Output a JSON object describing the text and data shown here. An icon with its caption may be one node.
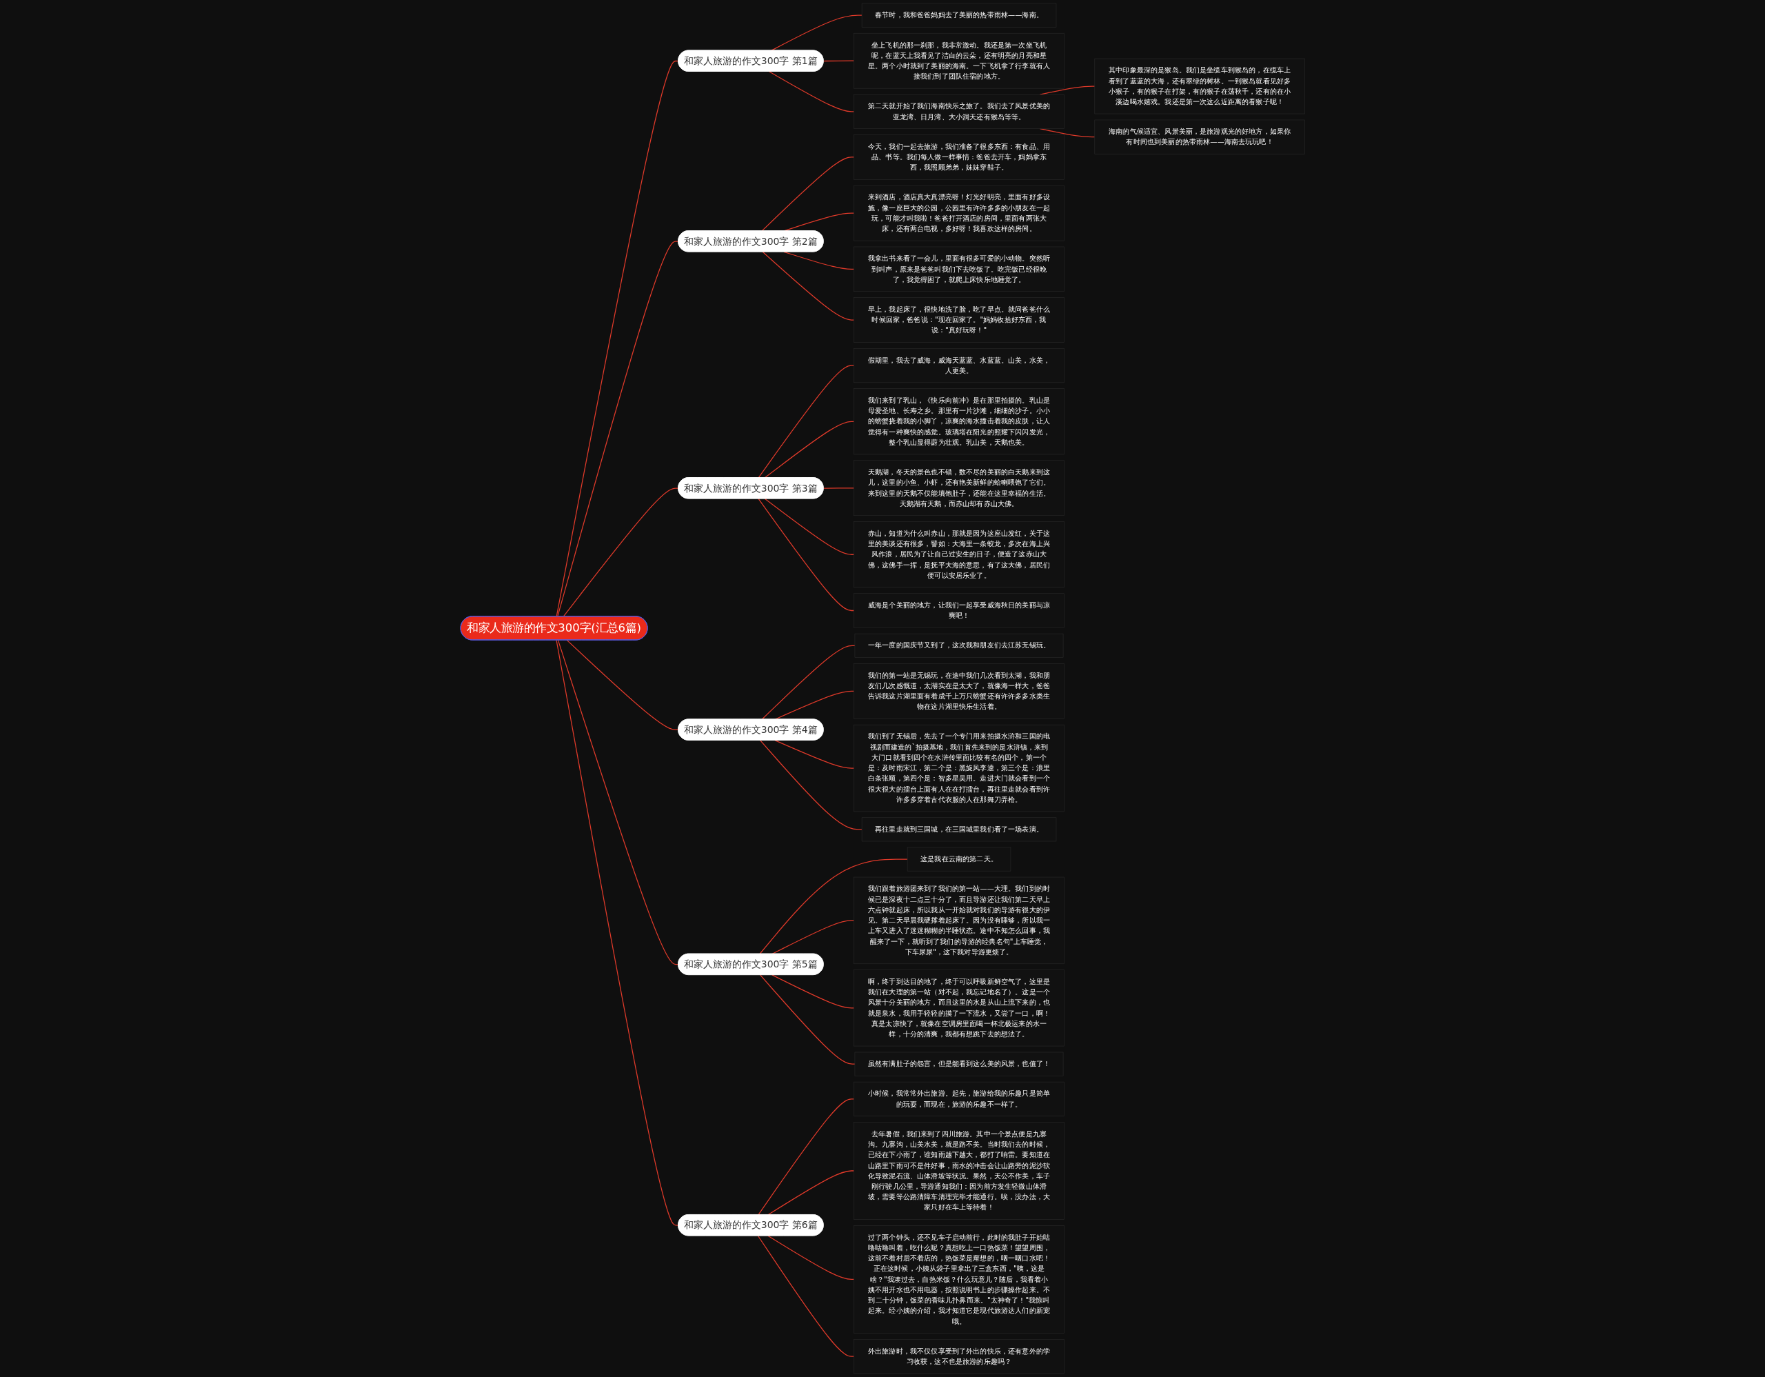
{
  "diagram": {
    "nodes": [
      {
        "text": [
          "和家人旅游的作文300字(汇总6篇)"
        ]
      },
      {
        "text": [
          "和家人旅游的作文300字 第1篇"
        ]
      },
      {
        "text": [
          "春节时，我和爸爸妈妈去了美丽的热带雨林——海南。"
        ]
      },
      {
        "text": [
          "坐上飞机的那一刹那，我非常激动。我还是第一次坐飞机呢，在蓝天上我看见了洁白的云朵，还有明亮的月亮和星星。两个小时就到了美丽的海南。一下飞机拿了行李就有人接我们到了团队住宿的地方。"
        ]
      },
      {
        "text": [
          "第二天就开始了我们海南快乐之旅了。我们去了风景优美的亚龙湾、日月湾、大小洞天还有猴岛等等。"
        ]
      },
      {
        "text": [
          "其中印象最深的是猴岛。我们是坐缆车到猴岛的，在缆车上看到了蓝蓝的大海，还有翠绿的树林。一到猴岛就看见好多小猴子，有的猴子在打架，有的猴子在荡秋千，还有的在小溪边喝水嬉戏。我还是第一次这么近距离的看猴子呢！"
        ]
      },
      {
        "text": [
          "海南的气候适宜、风景美丽，是旅游观光的好地方，如果你有时间也到美丽的热带雨林——海南去玩玩吧！"
        ]
      },
      {
        "text": [
          "和家人旅游的作文300字 第2篇"
        ]
      },
      {
        "text": [
          "今天，我们一起去旅游，我们准备了很多东西：有食品、用品、书等。我们每人做一样事情：爸爸去开车，妈妈拿东西，我照顾弟弟，妹妹穿鞋子。"
        ]
      },
      {
        "text": [
          "来到酒店，酒店真大真漂亮呀！灯光好明亮，里面有好多设施，像一座巨大的公园，公园里有许许多多的小朋友在一起玩，可能才叫我啦！爸爸打开酒店的房间，里面有两张大床，还有两台电视，多好呀！我喜欢这样的房间。"
        ]
      },
      {
        "text": [
          "我拿出书来看了一会儿，里面有很多可爱的小动物。突然听到叫声，原来是爸爸叫我们下去吃饭了。吃完饭已经很晚了，我觉得困了，就爬上床快乐地睡觉了。"
        ]
      },
      {
        "text": [
          "早上，我起床了，很快地洗了脸，吃了早点。就问爸爸什么时候回家，爸爸说：\"现在回家了。\"妈妈收拾好东西，我说：\"真好玩呀！\""
        ]
      },
      {
        "text": [
          "和家人旅游的作文300字 第3篇"
        ]
      },
      {
        "text": [
          "假期里，我去了威海，威海天蓝蓝、水蓝蓝。山美，水美，人更美。"
        ]
      },
      {
        "text": [
          "我们来到了乳山，《快乐向前冲》是在那里拍摄的。乳山是母爱圣地、长寿之乡。那里有一片沙滩，细细的沙子。小小的螃蟹挠着我的小脚丫，凉爽的海水撞击着我的皮肤，让人觉得有一种爽快的感觉。玻璃塔在阳光的照耀下闪闪发光，整个乳山显得蔚为壮观。乳山美，天鹅也美。"
        ]
      },
      {
        "text": [
          "天鹅湖，冬天的景色也不错，数不尽的美丽的白天鹅来到这儿，这里的小鱼、小虾，还有艳美新鲜的蛤喇喂饱了它们。来到这里的天鹅不仅能填饱肚子，还能在这里幸福的生活。天鹅湖有天鹅，而赤山却有赤山大佛。"
        ]
      },
      {
        "text": [
          "赤山，知道为什么叫赤山，那就是因为这座山发红，关于这里的美谈还有很多，譬如：大海里一条蛟龙，多次在海上兴风作浪，居民为了让自己过安生的日子，便造了这赤山大佛，这佛手一挥，是抚平大海的意思，有了这大佛，居民们便可以安居乐业了。"
        ]
      },
      {
        "text": [
          "威海是个美丽的地方，让我们一起享受威海秋日的美丽与凉爽吧！"
        ]
      },
      {
        "text": [
          "和家人旅游的作文300字 第4篇"
        ]
      },
      {
        "text": [
          "一年一度的国庆节又到了，这次我和朋友们去江苏无锡玩。"
        ]
      },
      {
        "text": [
          "我们的第一站是无锡玩，在途中我们几次看到太湖，我和朋友们几次感慨道，太湖实在是太大了，就像海一样大，爸爸告诉我这片湖里面有着成千上万只螃蟹还有许许多多水类生物在这片湖里快乐生活着。"
        ]
      },
      {
        "text": [
          "我们到了无锡后，先去了一个专门用来拍摄水浒和三国的电视剧而建造的`拍摄基地，我们首先来到的是水浒镇，来到大门口就看到四个在水浒传里面比较有名的四个，第一个是：及时雨宋江，第二个是：黑旋风李逵，第三个是：浪里白条张顺，第四个是：智多星吴用。走进大门就会看到一个很大很大的擂台上面有人在在打擂台，再往里走就会看到许许多多穿着古代衣服的人在那舞刀弄枪。"
        ]
      },
      {
        "text": [
          "再往里走就到三国城，在三国城里我们看了一场表演。"
        ]
      },
      {
        "text": [
          "和家人旅游的作文300字 第5篇"
        ]
      },
      {
        "text": [
          "这是我在云南的第二天。"
        ]
      },
      {
        "text": [
          "我们跟着旅游团来到了我们的第一站——大理。我们到的时候已是深夜十二点三十分了，而且导游还让我们第二天早上六点钟就起床，所以我从一开始就对我们的导游有很大的伊见。第二天早晨我硬撑着起床了。因为没有睡够，所以我一上车又进入了迷迷糊糊的半睡状态。途中不知怎么回事，我醒来了一下，就听到了我们的导游的经典名句\"上车睡觉，下车尿尿\"，这下我对导游更烦了。"
        ]
      },
      {
        "text": [
          "啊，终于到达目的地了，终于可以呼吸新鲜空气了，这里是我们在大理的第一站（对不起，我忘记地名了）。这是一个风景十分美丽的地方，而且这里的水是从山上流下来的，也就是泉水，我用手轻轻的摸了一下流水，又尝了一口，啊！真是太凉快了，就像在空调房里面喝一杯北极运来的水一样，十分的清爽，我都有想跳下去的想法了。"
        ]
      },
      {
        "text": [
          "虽然有满肚子的怨言，但是能看到这么美的风景，也值了！"
        ]
      },
      {
        "text": [
          "和家人旅游的作文300字 第6篇"
        ]
      },
      {
        "text": [
          "小时候，我常常外出旅游。起先，旅游给我的乐趣只是简单的玩耍，而现在，旅游的乐趣不一样了。"
        ]
      },
      {
        "text": [
          "去年暑假，我们来到了四川旅游。其中一个景点便是九寨沟。九寨沟，山美水美，就是路不美。当时我们去的时候，已经在下小雨了，谁知雨越下越大，都打了响雷。要知道在山路里下雨可不是件好事，雨水的冲击会让山路旁的泥沙软化导致泥石流、山体滑坡等状况。果然，天公不作美，车子刚行驶几公里，导游通知我们：因为前方发生轻微山体滑坡，需要等公路清障车清理完毕才能通行。唉，没办法，大家只好在车上等待着！"
        ]
      },
      {
        "text": [
          "过了两个钟头，还不见车子启动前行，此时的我肚子开始咕噜咕噜叫着，吃什么呢？真想吃上一口热饭菜！望望周围，这前不着村后不着店的，热饭菜是甭想的，咽一咽口水吧！正在这时候，小姨从袋子里拿出了三盒东西，\"咦，这是啥？\"我凑过去，自热米饭？什么玩意儿？随后，我看着小姨不用开水也不用电器，按照说明书上的步骤操作起来。不到二十分钟，饭菜的香味儿扑鼻而来。\"太神奇了！\"我惊叫起来。经小姨的介绍，我才知道它是现代旅游达人们的新宠哦。"
        ]
      },
      {
        "text": [
          "外出旅游时，我不仅仅享受到了外出的快乐，还有意外的学习收获，这不也是旅游的乐趣吗？"
        ]
      }
    ],
    "edges": [
      {
        "from": 0,
        "to": 1,
        "arrow": "none"
      },
      {
        "from": 1,
        "to": 2,
        "arrow": "none"
      },
      {
        "from": 1,
        "to": 3,
        "arrow": "none"
      },
      {
        "from": 1,
        "to": 4,
        "arrow": "none"
      },
      {
        "from": 4,
        "to": 5,
        "arrow": "none"
      },
      {
        "from": 4,
        "to": 6,
        "arrow": "none"
      },
      {
        "from": 0,
        "to": 7,
        "arrow": "none"
      },
      {
        "from": 7,
        "to": 8,
        "arrow": "none"
      },
      {
        "from": 7,
        "to": 9,
        "arrow": "none"
      },
      {
        "from": 7,
        "to": 10,
        "arrow": "none"
      },
      {
        "from": 7,
        "to": 11,
        "arrow": "none"
      },
      {
        "from": 0,
        "to": 12,
        "arrow": "none"
      },
      {
        "from": 12,
        "to": 13,
        "arrow": "none"
      },
      {
        "from": 12,
        "to": 14,
        "arrow": "none"
      },
      {
        "from": 12,
        "to": 15,
        "arrow": "none"
      },
      {
        "from": 12,
        "to": 16,
        "arrow": "none"
      },
      {
        "from": 12,
        "to": 17,
        "arrow": "none"
      },
      {
        "from": 0,
        "to": 18,
        "arrow": "none"
      },
      {
        "from": 18,
        "to": 19,
        "arrow": "none"
      },
      {
        "from": 18,
        "to": 20,
        "arrow": "none"
      },
      {
        "from": 18,
        "to": 21,
        "arrow": "none"
      },
      {
        "from": 18,
        "to": 22,
        "arrow": "none"
      },
      {
        "from": 0,
        "to": 23,
        "arrow": "none"
      },
      {
        "from": 23,
        "to": 24,
        "arrow": "none"
      },
      {
        "from": 23,
        "to": 25,
        "arrow": "none"
      },
      {
        "from": 23,
        "to": 26,
        "arrow": "none"
      },
      {
        "from": 23,
        "to": 27,
        "arrow": "none"
      },
      {
        "from": 0,
        "to": 28,
        "arrow": "none"
      },
      {
        "from": 28,
        "to": 29,
        "arrow": "none"
      },
      {
        "from": 28,
        "to": 30,
        "arrow": "none"
      },
      {
        "from": 28,
        "to": 31,
        "arrow": "none"
      },
      {
        "from": 28,
        "to": 32,
        "arrow": "none"
      }
    ]
  }
}
